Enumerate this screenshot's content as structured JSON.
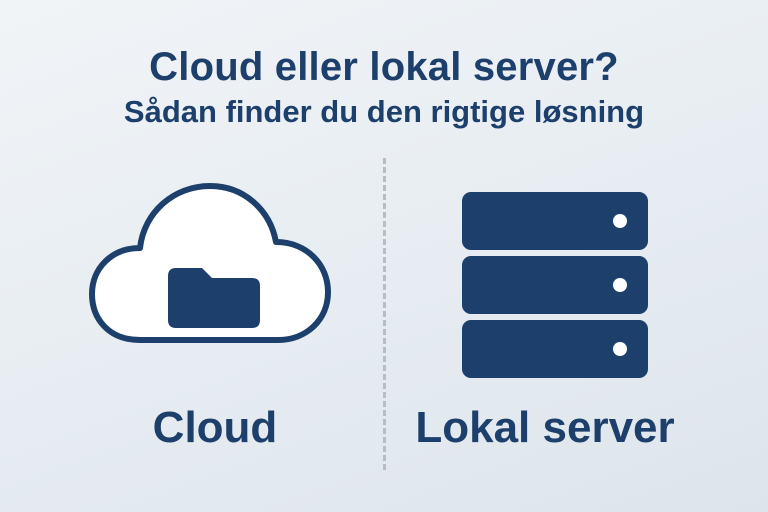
{
  "heading": {
    "title": "Cloud eller lokal server?",
    "subtitle": "Sådan finder du den rigtige løsning"
  },
  "options": {
    "cloud": {
      "label": "Cloud",
      "icon": "cloud-folder-icon"
    },
    "server": {
      "label": "Lokal server",
      "icon": "server-stack-icon"
    }
  },
  "colors": {
    "primary": "#1d3f6b",
    "divider": "#b5bec7",
    "background": "#e9eef2"
  }
}
